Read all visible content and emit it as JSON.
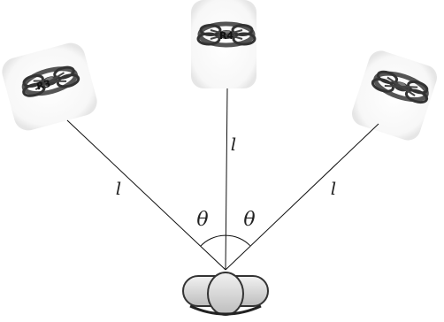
{
  "diagram": {
    "length_labels": [
      "l",
      "l",
      "l"
    ],
    "angle_labels": [
      "θ",
      "θ"
    ],
    "drones": [
      {
        "name": "left-drone",
        "tag": "R3"
      },
      {
        "name": "center-drone",
        "tag": "R4"
      },
      {
        "name": "right-drone",
        "tag": ""
      }
    ]
  }
}
